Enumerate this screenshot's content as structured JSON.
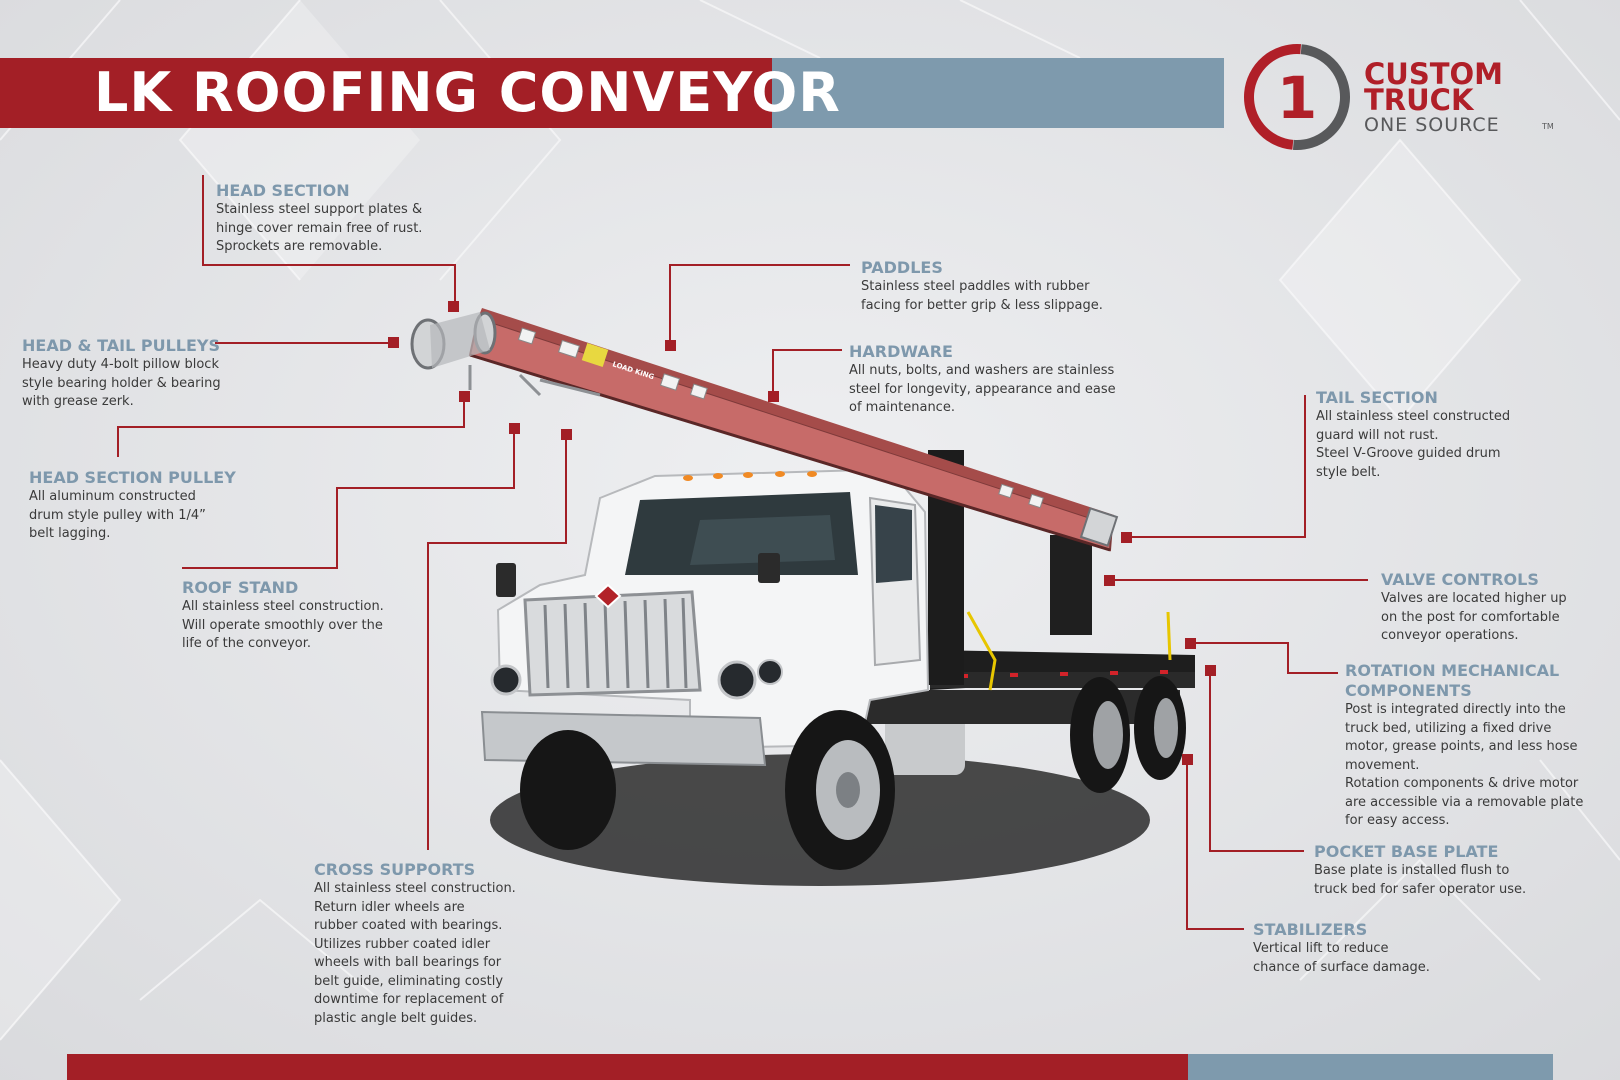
{
  "title": "LK ROOFING CONVEYOR",
  "logo": {
    "mark": "1",
    "line1": "CUSTOM",
    "line2": "TRUCK",
    "line3": "ONE SOURCE",
    "tm": "TM"
  },
  "colors": {
    "brand_red": "#a31f26",
    "steel_blue": "#7e9aad",
    "heading_blue": "#7e98ac",
    "text_dark": "#3a3a3a"
  },
  "callouts": {
    "head_section": {
      "heading": "HEAD SECTION",
      "body": "Stainless steel support plates &\nhinge cover remain free of rust.\nSprockets are removable."
    },
    "paddles": {
      "heading": "PADDLES",
      "body": "Stainless steel paddles with rubber\nfacing for better grip & less slippage."
    },
    "head_tail_pulleys": {
      "heading": "HEAD & TAIL PULLEYS",
      "body": "Heavy duty 4-bolt pillow block\nstyle bearing holder & bearing\nwith grease zerk."
    },
    "hardware": {
      "heading": "HARDWARE",
      "body": "All nuts, bolts, and washers are stainless\nsteel for longevity, appearance and ease\nof maintenance."
    },
    "tail_section": {
      "heading": "TAIL SECTION",
      "body": "All stainless steel constructed\nguard will not rust.\nSteel V-Groove guided drum\nstyle belt."
    },
    "head_section_pulley": {
      "heading": "HEAD SECTION PULLEY",
      "body": "All aluminum constructed\ndrum style pulley with 1/4”\nbelt lagging."
    },
    "roof_stand": {
      "heading": "ROOF STAND",
      "body": "All stainless steel construction.\nWill operate smoothly over the\nlife of the conveyor."
    },
    "valve_controls": {
      "heading": "VALVE CONTROLS",
      "body": "Valves are located higher up\non the post for comfortable\nconveyor operations."
    },
    "rotation": {
      "heading_line1": "ROTATION MECHANICAL",
      "heading_line2": "COMPONENTS",
      "body": "Post is integrated directly into the\ntruck bed, utilizing a fixed drive\nmotor, grease points, and less hose\nmovement.\nRotation components & drive motor\nare accessible via a removable plate\nfor easy access."
    },
    "pocket_base_plate": {
      "heading": "POCKET BASE PLATE",
      "body": "Base plate is installed flush to\ntruck bed for safer operator use."
    },
    "cross_supports": {
      "heading": "CROSS SUPPORTS",
      "body": "All stainless steel construction.\nReturn idler wheels are\nrubber coated with bearings.\nUtilizes rubber coated idler\nwheels with ball bearings for\nbelt guide, eliminating costly\ndowntime for replacement of\nplastic angle belt guides."
    },
    "stabilizers": {
      "heading": "STABILIZERS",
      "body": "Vertical lift to reduce\nchance of surface damage."
    }
  },
  "truck": {
    "conveyor_decal": "LOAD KING"
  }
}
